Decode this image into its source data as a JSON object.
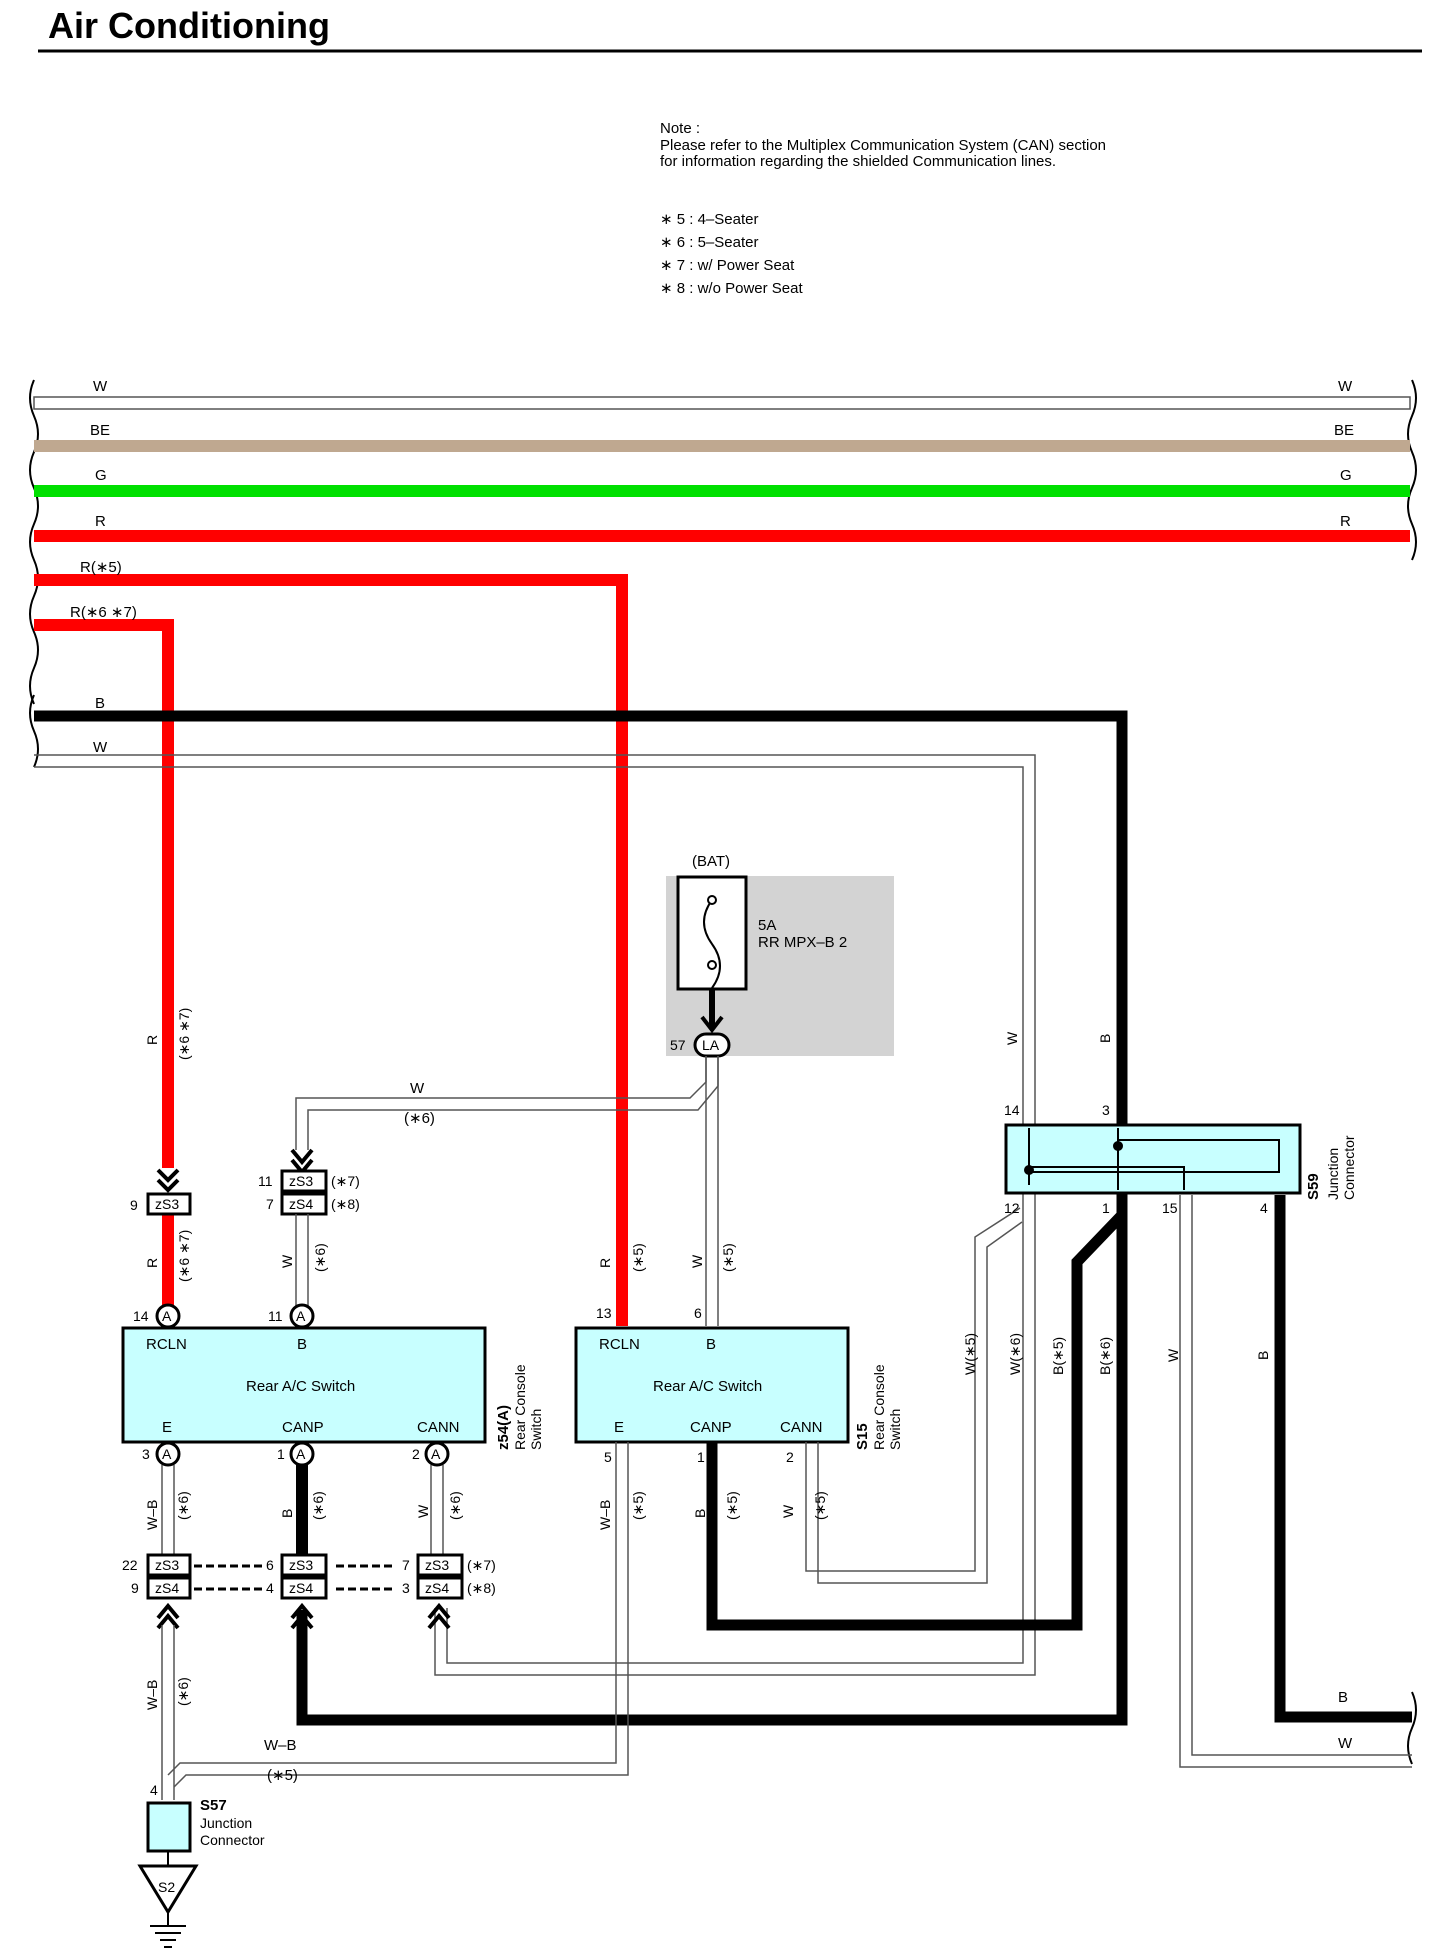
{
  "header": {
    "title": "Air Conditioning"
  },
  "notes": {
    "heading": "Note :",
    "line1": "Please refer to the Multiplex Communication System (CAN) section",
    "line2": "for information regarding the shielded Communication lines.",
    "variants": [
      "∗ 5 : 4–Seater",
      "∗ 6 : 5–Seater",
      "∗ 7 : w/ Power Seat",
      "∗ 8 : w/o Power Seat"
    ]
  },
  "colors": {
    "white": "#ffffff",
    "beige": "#bfa890",
    "green": "#00e000",
    "red": "#ff0000",
    "black": "#000000",
    "box": "#c8ffff",
    "fuse_bg": "#d3d3d3"
  },
  "bus_labels": {
    "w": "W",
    "be": "BE",
    "g": "G",
    "r": "R",
    "r5": "R(∗5)",
    "r67": "R(∗6 ∗7)",
    "b": "B",
    "w2": "W",
    "right_b": "B",
    "right_w": "W"
  },
  "fuse": {
    "source": "(BAT)",
    "rating": "5A",
    "name": "RR MPX–B 2",
    "pin": "57",
    "conn": "LA"
  },
  "wire_labels": {
    "r_67": "R",
    "r_67_note": "(∗6 ∗7)",
    "w_top": "W",
    "w_top_note": "(∗6)",
    "r_below": "R",
    "r_below_note": "(∗6 ∗7)",
    "w_below": "W",
    "w_below_note": "(∗6)",
    "r_mid": "R",
    "r_mid_note": "(∗5)",
    "w_mid": "W",
    "w_mid_note": "(∗5)",
    "w_vert": "W",
    "b_vert": "B",
    "w5": "W(∗5)",
    "w6": "W(∗6)",
    "b5": "B(∗5)",
    "b6": "B(∗6)",
    "w_r": "W",
    "b_r": "B",
    "wb1": "W–B",
    "wb1_note": "(∗6)",
    "b1": "B",
    "b1_note": "(∗6)",
    "w1": "W",
    "w1_note": "(∗6)",
    "wb2": "W–B",
    "wb2_note": "(∗5)",
    "b2": "B",
    "b2_note": "(∗5)",
    "w2": "W",
    "w2_note": "(∗5)",
    "wb3": "W–B",
    "wb3_note": "(∗6)",
    "wb4": "W–B",
    "wb4_note": "(∗5)"
  },
  "connectors": {
    "zs3": "zS3",
    "zs4": "zS4",
    "a": "A",
    "n7": "(∗7)",
    "n8": "(∗8)",
    "p9": "9",
    "p11": "11",
    "p7": "7",
    "p14": "14",
    "p11b": "11",
    "p3": "3",
    "p1": "1",
    "p2": "2",
    "p13": "13",
    "p6": "6",
    "p5": "5",
    "p1b": "1",
    "p2b": "2",
    "p22": "22",
    "p9b": "9",
    "p6b": "6",
    "p4": "4",
    "p7b": "7",
    "p3b": "3",
    "p4b": "4"
  },
  "switch_a": {
    "rcln": "RCLN",
    "b": "B",
    "name": "Rear A/C Switch",
    "e": "E",
    "canp": "CANP",
    "cann": "CANN",
    "id": "z54(A)",
    "desc1": "Rear Console",
    "desc2": "Switch"
  },
  "switch_b": {
    "rcln": "RCLN",
    "b": "B",
    "name": "Rear A/C Switch",
    "e": "E",
    "canp": "CANP",
    "cann": "CANN",
    "id": "S15",
    "desc1": "Rear Console",
    "desc2": "Switch"
  },
  "s59": {
    "id": "S59",
    "desc1": "Junction",
    "desc2": "Connector",
    "p14": "14",
    "p3": "3",
    "p12": "12",
    "p1": "1",
    "p15": "15",
    "p4": "4"
  },
  "s57": {
    "id": "S57",
    "desc1": "Junction",
    "desc2": "Connector"
  },
  "ground": {
    "id": "S2"
  }
}
